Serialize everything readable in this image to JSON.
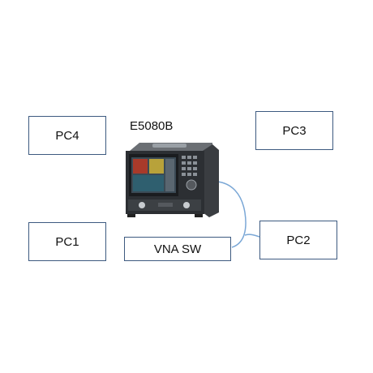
{
  "nodes": {
    "pc4": "PC4",
    "pc3": "PC3",
    "pc1": "PC1",
    "pc2": "PC2",
    "vna_sw": "VNA SW",
    "device": "E5080B"
  },
  "colors": {
    "box_border": "#3d5a80",
    "cable": "#7aa7d6"
  }
}
